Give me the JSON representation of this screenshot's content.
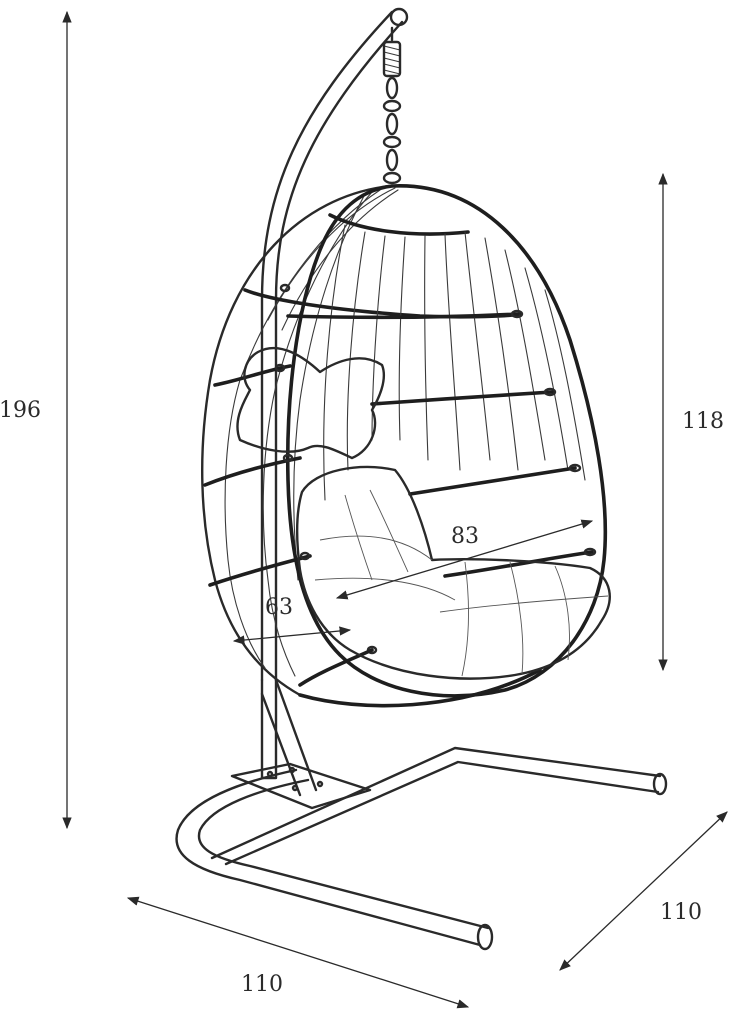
{
  "dimensions": {
    "total_height": "196",
    "seat_height": "118",
    "seat_width": "83",
    "seat_depth": "63",
    "base_depth": "110",
    "base_width": "110"
  },
  "colors": {
    "line": "#2a2a2a",
    "background": "#ffffff"
  }
}
